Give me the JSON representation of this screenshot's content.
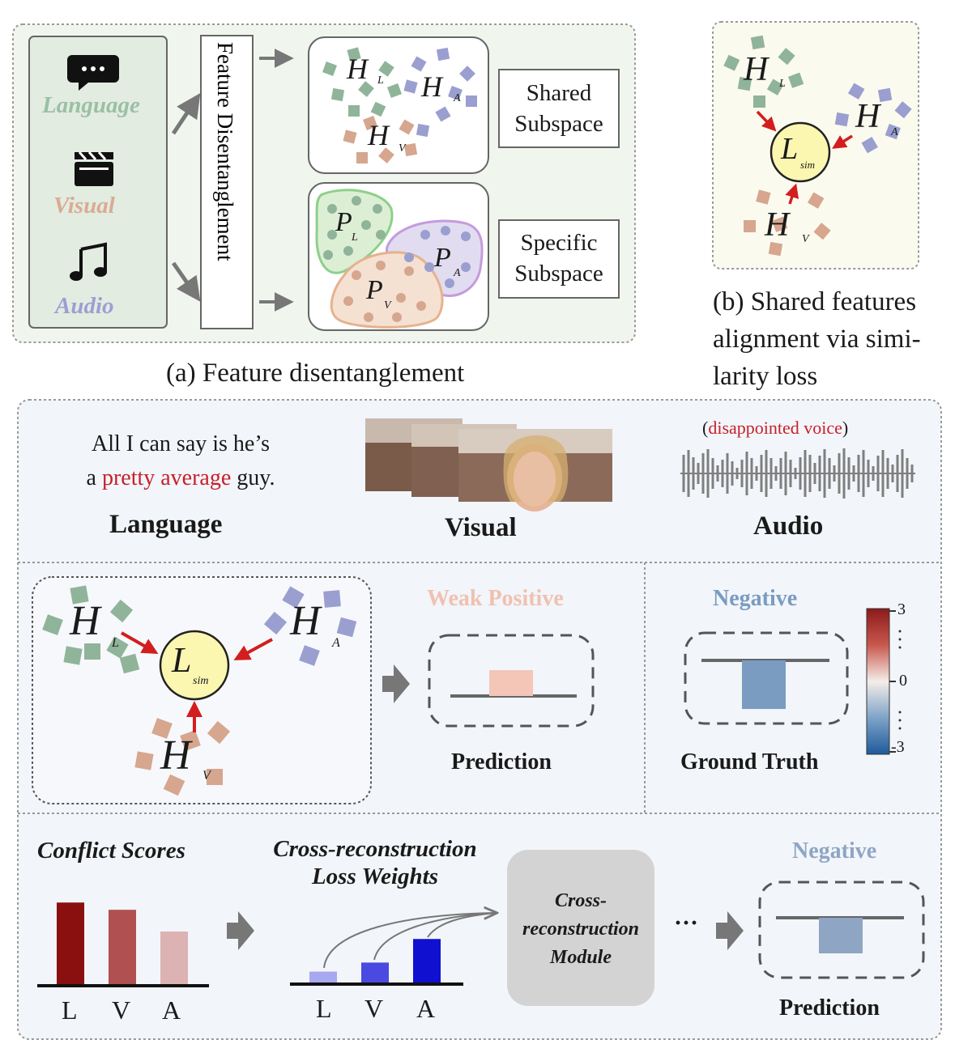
{
  "panel_a": {
    "modalities": [
      {
        "name": "Language",
        "icon": "speech-bubble-icon",
        "color": "#9bbfa5"
      },
      {
        "name": "Visual",
        "icon": "clapperboard-icon",
        "color": "#d9ab92"
      },
      {
        "name": "Audio",
        "icon": "music-note-icon",
        "color": "#9d9fd2"
      }
    ],
    "disentangle_label": "Feature Disentanglement",
    "shared_label": [
      "Shared",
      "Subspace"
    ],
    "specific_label": [
      "Specific",
      "Subspace"
    ],
    "caption": "(a) Feature disentanglement"
  },
  "panel_b": {
    "caption_lines": [
      "(b) Shared features",
      "alignment via simi-",
      "larity loss"
    ]
  },
  "symbols": {
    "H": "H",
    "P": "P",
    "L": "L",
    "sub_L": "L",
    "sub_V": "V",
    "sub_A": "A",
    "sim": "sim"
  },
  "panel_c": {
    "sentence_line1": "All I can say is he’s",
    "sentence_line2_pre": "a",
    "sentence_highlight": "pretty average",
    "sentence_line2_post": "guy.",
    "voice_open": "(",
    "voice_note": "disappointed voice",
    "voice_close": ")",
    "headers": [
      "Language",
      "Visual",
      "Audio"
    ],
    "prediction_class": "Weak Positive",
    "prediction_label": "Prediction",
    "gt_class": "Negative",
    "gt_label": "Ground Truth",
    "colorbar_ticks": [
      "3",
      "0",
      "-3"
    ],
    "conflict_title": "Conflict Scores",
    "weights_title": [
      "Cross-reconstruction",
      "Loss Weights"
    ],
    "module_label": [
      "Cross-",
      "reconstruction",
      "Module"
    ],
    "ellipsis": "···",
    "final_class": "Negative",
    "final_label": "Prediction",
    "bar_labels": [
      "L",
      "V",
      "A"
    ],
    "conflict_scores": [
      0.9,
      0.82,
      0.58
    ],
    "loss_weights": [
      0.12,
      0.22,
      0.48
    ],
    "colors": {
      "shared_green": "#8fb49a",
      "shared_blue": "#9a9fd0",
      "shared_salmon": "#d6a68f",
      "conflict_bars": [
        "#8a1010",
        "#b05050",
        "#ddb2b2"
      ],
      "weight_bars": [
        "#a8a8f0",
        "#4a4ae0",
        "#1010d0"
      ],
      "weak_positive": "#f3c6b8",
      "negative": "#7a9cc0",
      "final_negative": "#8ea6c4",
      "arrow_red": "#d21e1e"
    }
  }
}
